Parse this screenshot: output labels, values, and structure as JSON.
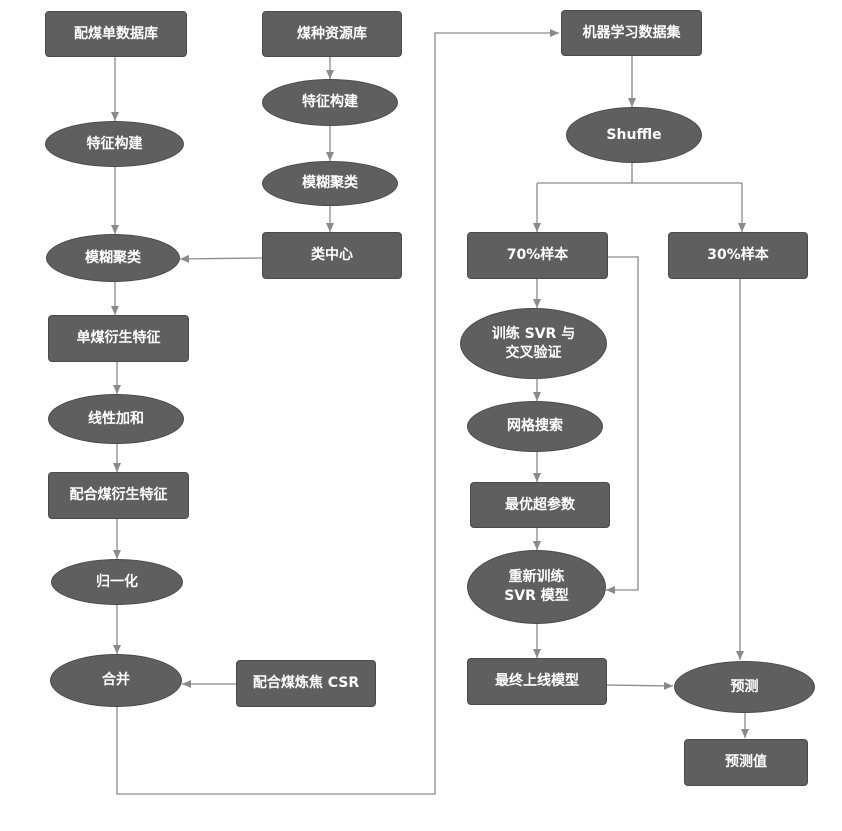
{
  "nodes": {
    "n01": "配煤单数据库",
    "n02": "特征构建",
    "n03": "模糊聚类",
    "n04": "单煤衍生特征",
    "n05": "线性加和",
    "n06": "配合煤衍生特征",
    "n07": "归一化",
    "n08": "合并",
    "n09": "煤种资源库",
    "n10": "特征构建",
    "n11": "模糊聚类",
    "n12": "类中心",
    "n13": "配合煤炼焦 CSR",
    "n14": "机器学习数据集",
    "n15": "Shuffle",
    "n16": "70%样本",
    "n17": "30%样本",
    "n18_line1": "训练 SVR 与",
    "n18_line2": "交叉验证",
    "n19": "网格搜索",
    "n20": "最优超参数",
    "n21_line1": "重新训练",
    "n21_line2": "SVR 模型",
    "n22": "最终上线模型",
    "n23": "预测",
    "n24": "预测值"
  },
  "colors": {
    "node_fill": "#5f5f5f",
    "node_text": "#ffffff",
    "connector": "#8a8a8a"
  }
}
